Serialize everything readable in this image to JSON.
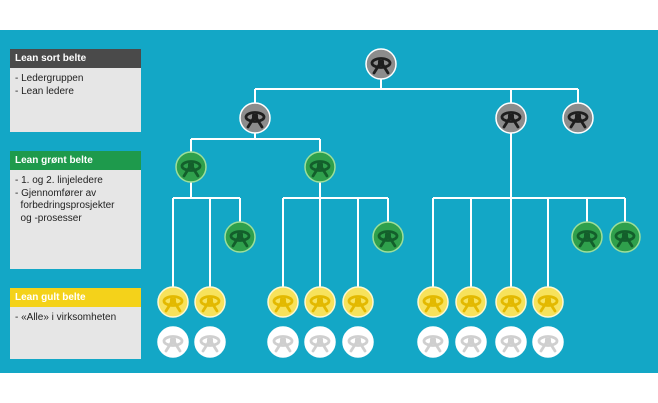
{
  "legend": {
    "black": {
      "title": "Lean sort belte",
      "lines": [
        "- Ledergruppen",
        "- Lean ledere"
      ],
      "head_bg": "#4a4a4a",
      "head_color": "#ffffff"
    },
    "green": {
      "title": "Lean grønt belte",
      "lines": [
        "- 1. og 2. linjeledere",
        "- Gjennomfører av",
        "  forbedringsprosjekter",
        "  og -prosesser"
      ],
      "head_bg": "#1e9a4c",
      "head_color": "#ffffff"
    },
    "yellow": {
      "title": "Lean gult belte",
      "lines": [
        "- «Alle» i virksomheten"
      ],
      "head_bg": "#f4d21a",
      "head_color": "#ffffff"
    }
  },
  "colors": {
    "panel": "#13a7c6",
    "line": "#ffffff",
    "belt_black": "#8c8c8c",
    "belt_green": "#2fa04c",
    "belt_yellow": "#f7e25c",
    "belt_white": "#ffffff"
  },
  "icon": "belt-icon"
}
